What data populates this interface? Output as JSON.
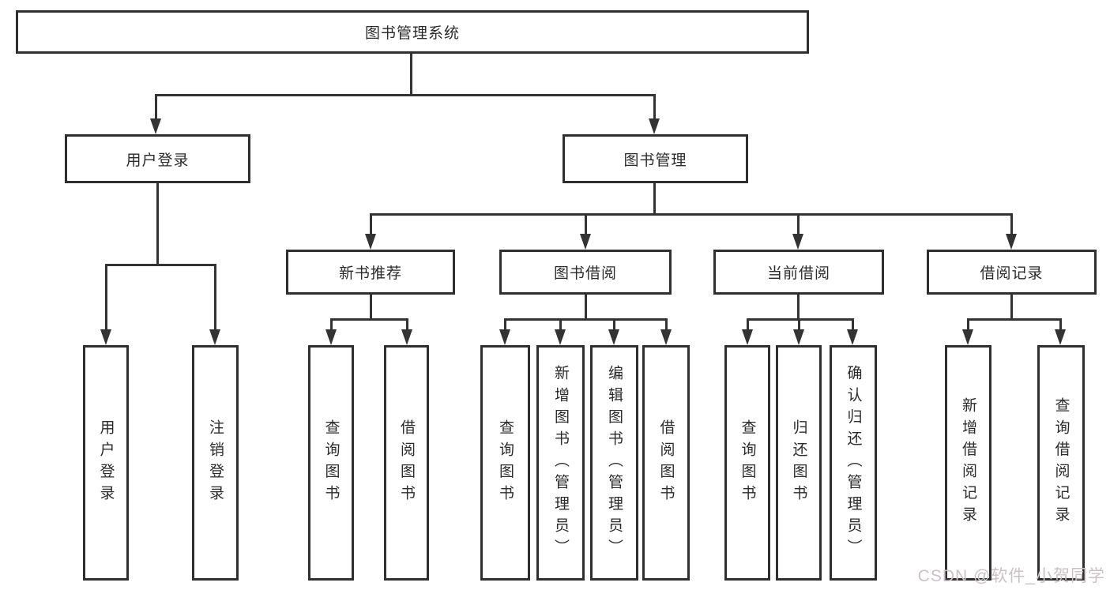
{
  "diagram": {
    "root": {
      "label": "图书管理系统"
    },
    "level2": [
      {
        "label": "用户登录"
      },
      {
        "label": "图书管理"
      }
    ],
    "level3": [
      {
        "label": "新书推荐"
      },
      {
        "label": "图书借阅"
      },
      {
        "label": "当前借阅"
      },
      {
        "label": "借阅记录"
      }
    ],
    "leaves": [
      {
        "label": "用户登录"
      },
      {
        "label": "注销登录"
      },
      {
        "label": "查询图书"
      },
      {
        "label": "借阅图书"
      },
      {
        "label": "查询图书"
      },
      {
        "label": "新增图书（管理员）"
      },
      {
        "label": "编辑图书（管理员）"
      },
      {
        "label": "借阅图书"
      },
      {
        "label": "查询图书"
      },
      {
        "label": "归还图书"
      },
      {
        "label": "确认归还（管理员）"
      },
      {
        "label": "新增借阅记录"
      },
      {
        "label": "查询借阅记录"
      }
    ]
  },
  "watermark": {
    "text": "CSDN @软件_小贺同学"
  },
  "colors": {
    "line": "#333333",
    "box_border": "#2f2f2f",
    "text": "#2b2b2b",
    "watermark": "#ccc0c6",
    "background": "#ffffff"
  }
}
